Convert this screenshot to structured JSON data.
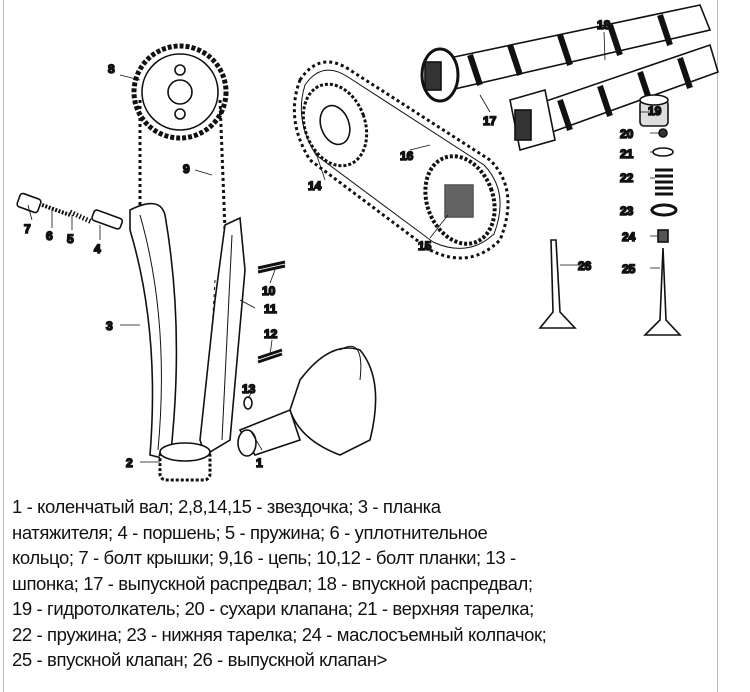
{
  "labels": [
    "1",
    "2",
    "3",
    "4",
    "5",
    "6",
    "7",
    "8",
    "9",
    "10",
    "11",
    "12",
    "13",
    "14",
    "15",
    "16",
    "17",
    "18",
    "19",
    "20",
    "21",
    "22",
    "23",
    "24",
    "25",
    "26"
  ],
  "caption_lines": [
    "1 - коленчатый вал; 2,8,14,15 - звездочка; 3 - планка",
    "натяжителя; 4 - поршень; 5 - пружина; 6 - уплотнительное",
    "кольцо; 7 - болт крышки; 9,16 - цепь; 10,12 - болт планки; 13 -",
    "шпонка; 17 - выпускной распредвал; 18 - впускной распредвал;",
    "19 - гидротолкатель; 20 - сухари клапана; 21 - верхняя тарелка;",
    "22 - пружина; 23 - нижняя тарелка; 24 - маслосъемный колпачок;",
    "25 - впускной клапан; 26 - выпускной клапан>"
  ]
}
